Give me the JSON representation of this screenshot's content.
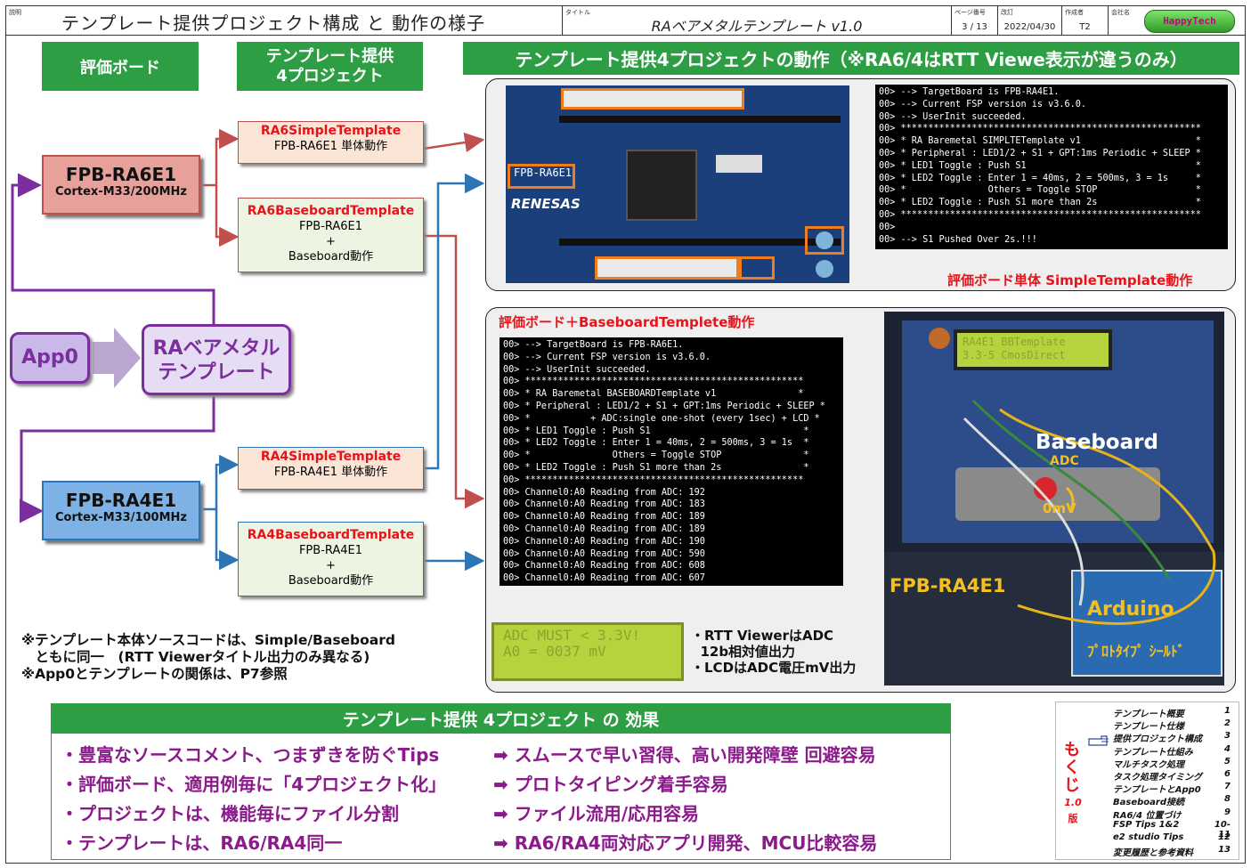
{
  "header": {
    "label_setsumei": "説明",
    "title": "テンプレート提供プロジェクト構成 と 動作の様子",
    "label_title": "タイトル",
    "template_name": "RAベアメタルテンプレート v1.0",
    "label_page": "ページ番号",
    "page": "3 / 13",
    "label_revised": "改訂",
    "date": "2022/04/30",
    "label_author": "作成者",
    "author": "T2",
    "label_company": "会社名",
    "company": "HappyTech"
  },
  "col_headers": {
    "eval_board": "評価ボード",
    "template_projects": "テンプレート提供\n4プロジェクト",
    "operation": "テンプレート提供4プロジェクトの動作（※RA6/4はRTT Viewe表示が違うのみ）"
  },
  "boards": [
    {
      "name": "FPB-RA6E1",
      "core": "Cortex-M33/200MHz"
    },
    {
      "name": "FPB-RA4E1",
      "core": "Cortex-M33/100MHz"
    }
  ],
  "app0": "App0",
  "ra_template": "RAベアメタル\nテンプレート",
  "projects": [
    {
      "name": "RA6SimpleTemplate",
      "desc": "FPB-RA6E1 単体動作"
    },
    {
      "name": "RA6BaseboardTemplate",
      "desc": "FPB-RA6E1\n+\nBaseboard動作"
    },
    {
      "name": "RA4SimpleTemplate",
      "desc": "FPB-RA4E1 単体動作"
    },
    {
      "name": "RA4BaseboardTemplate",
      "desc": "FPB-RA4E1\n+\nBaseboard動作"
    }
  ],
  "panel1": {
    "board_label": "FPB-RA6E1",
    "board_sub": "RENESAS",
    "terminal": [
      "00> --> TargetBoard is FPB-RA4E1.",
      "00> --> Current FSP version is v3.6.0.",
      "00> --> UserInit succeeded.",
      "00> *******************************************************",
      "00> * RA Baremetal SIMPLTETemplate v1                     *",
      "00> * Peripheral : LED1/2 + S1 + GPT:1ms Periodic + SLEEP *",
      "00> * LED1 Toggle : Push S1                               *",
      "00> * LED2 Toggle : Enter 1 = 40ms, 2 = 500ms, 3 = 1s     *",
      "00> *               Others = Toggle STOP                  *",
      "00> * LED2 Toggle : Push S1 more than 2s                  *",
      "00> *******************************************************",
      "00>",
      "00> --> S1 Pushed Over 2s.!!!"
    ],
    "caption": "評価ボード単体 SimpleTemplate動作"
  },
  "panel2": {
    "caption": "評価ボード＋BaseboardTemplete動作",
    "terminal": [
      "00> --> TargetBoard is FPB-RA6E1.",
      "00> --> Current FSP version is v3.6.0.",
      "00> --> UserInit succeeded.",
      "00> ***************************************************",
      "00> * RA Baremetal BASEBOARDTemplate v1               *",
      "00> * Peripheral : LED1/2 + S1 + GPT:1ms Periodic + SLEEP *",
      "00> *           + ADC:single one-shot (every 1sec) + LCD *",
      "00> * LED1 Toggle : Push S1                            *",
      "00> * LED2 Toggle : Enter 1 = 40ms, 2 = 500ms, 3 = 1s  *",
      "00> *               Others = Toggle STOP               *",
      "00> * LED2 Toggle : Push S1 more than 2s               *",
      "00> ***************************************************",
      "00> Channel0:A0 Reading from ADC: 192",
      "00> Channel0:A0 Reading from ADC: 183",
      "00> Channel0:A0 Reading from ADC: 189",
      "00> Channel0:A0 Reading from ADC: 189",
      "00> Channel0:A0 Reading from ADC: 190",
      "00> Channel0:A0 Reading from ADC: 590",
      "00> Channel0:A0 Reading from ADC: 608",
      "00> Channel0:A0 Reading from ADC: 607"
    ],
    "lcd_lines": [
      "ADC MUST < 3.3V!",
      "A0 = 0037 mV"
    ],
    "notes": "・RTT ViewerはADC\n  12b相対値出力\n・LCDはADC電圧mV出力",
    "photo_lcd": [
      "RA4E1 BBTemplate",
      "3.3-5 CmosDirect"
    ],
    "photo_labels": {
      "baseboard": "Baseboard",
      "adc": "ADC",
      "mv": "0mV",
      "fpb": "FPB-RA4E1",
      "arduino": "Arduino",
      "proto": "ﾌﾟﾛﾄﾀｲﾌﾟ ｼｰﾙﾄﾞ"
    }
  },
  "footnote": "※テンプレート本体ソースコードは、Simple/Baseboard\n　ともに同一　(RTT Viewerタイトル出力のみ異なる)\n※App0とテンプレートの関係は、P7参照",
  "effects": {
    "title": "テンプレート提供 4プロジェクト の 効果",
    "rows": [
      {
        "left": "・豊富なソースコメント、つまずきを防ぐTips",
        "right": "➡ スムースで早い習得、高い開発障壁 回避容易"
      },
      {
        "left": "・評価ボード、適用例毎に「4プロジェクト化」",
        "right": "➡ プロトタイピング着手容易"
      },
      {
        "left": "・プロジェクトは、機能毎にファイル分割",
        "right": "➡ ファイル流用/応用容易"
      },
      {
        "left": "・テンプレートは、RA6/RA4同一",
        "right": "➡ RA6/RA4両対応アプリ開発、MCU比較容易"
      }
    ]
  },
  "toc": {
    "label": "もくじ",
    "version": "1.0",
    "version_suffix": "版",
    "items": [
      {
        "t": "テンプレート概要",
        "n": "1"
      },
      {
        "t": "テンプレート仕様",
        "n": "2"
      },
      {
        "t": "提供プロジェクト構成",
        "n": "3"
      },
      {
        "t": "テンプレート仕組み",
        "n": "4"
      },
      {
        "t": "マルチタスク処理",
        "n": "5"
      },
      {
        "t": "タスク処理タイミング",
        "n": "6"
      },
      {
        "t": "テンプレートとApp0",
        "n": "7"
      },
      {
        "t": "Baseboard接続",
        "n": "8"
      },
      {
        "t": "RA6/4 位置づけ",
        "n": "9"
      },
      {
        "t": "FSP Tips 1&2",
        "n": "10-11"
      },
      {
        "t": "e2 studio Tips",
        "n": "12"
      },
      {
        "t": "変更履歴と参考資料",
        "n": "13"
      }
    ]
  },
  "colors": {
    "green": "#2e9e45",
    "red": "#e8121a",
    "purple": "#7b2f9e",
    "arrow_red": "#c0504d",
    "arrow_blue": "#2e75b6"
  }
}
